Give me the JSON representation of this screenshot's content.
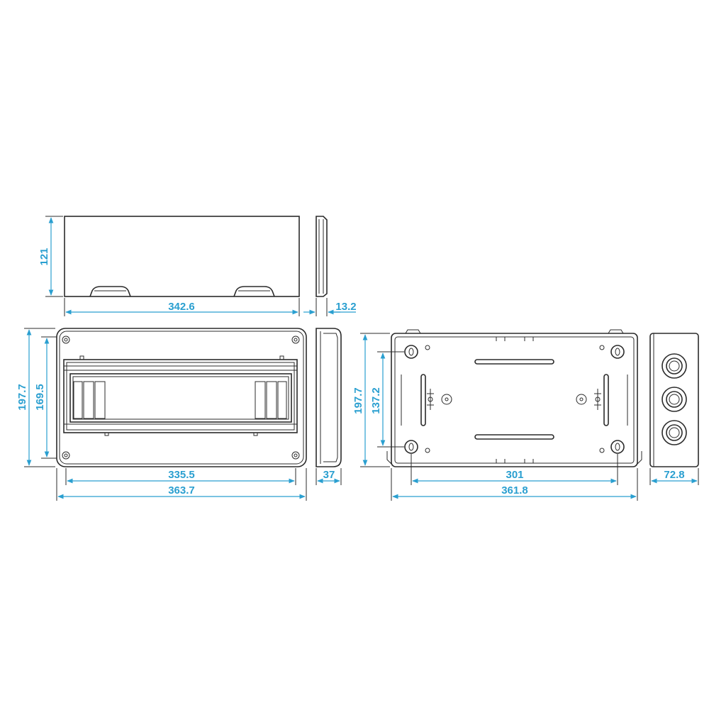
{
  "colors": {
    "dimension": "#2a9fd0",
    "outline": "#2b2b2b",
    "background": "#ffffff"
  },
  "dimensions": {
    "cover_height": "121",
    "cover_width": "342.6",
    "cover_side_depth": "13.2",
    "front_height_outer": "197.7",
    "front_height_inner": "169.5",
    "front_width_inner": "335.5",
    "front_width_outer": "363.7",
    "side_depth": "37",
    "back_height_outer": "197.7",
    "back_height_inner": "137.2",
    "back_width_inner": "301",
    "back_width_outer": "361.8",
    "end_depth": "72.8"
  }
}
